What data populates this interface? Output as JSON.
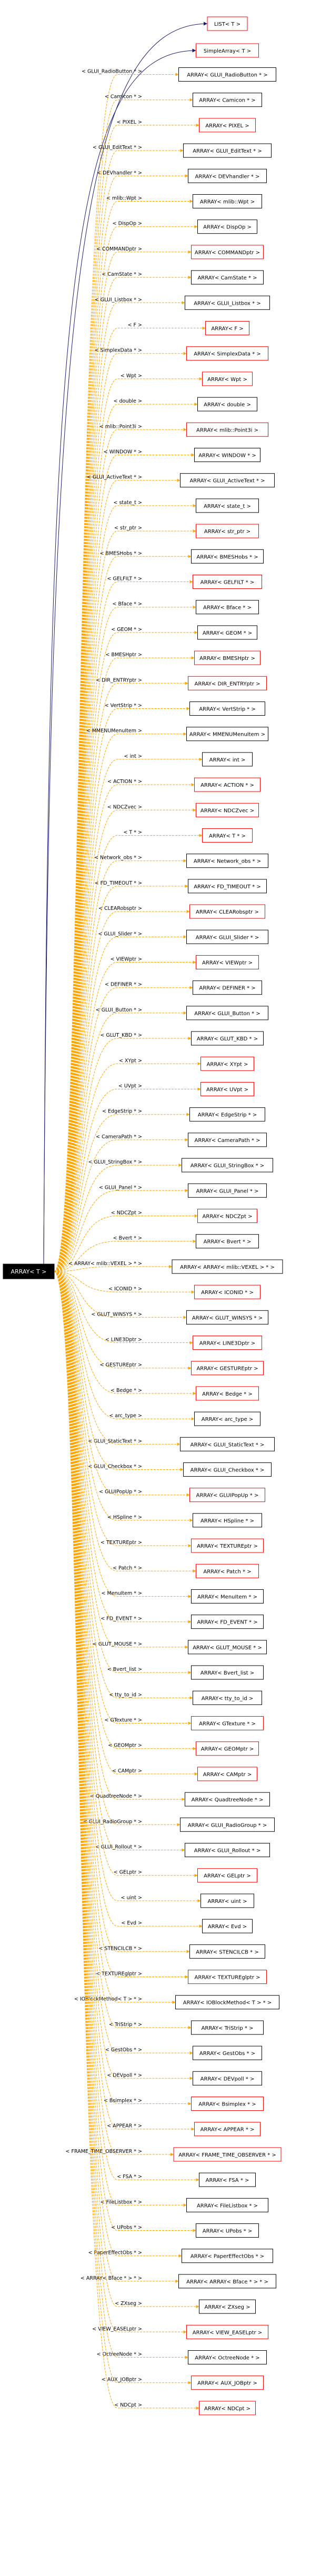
{
  "colors": {
    "background": "#ffffff",
    "root_fill": "#000000",
    "root_text": "#ffffff",
    "box_border_dark": "#000000",
    "box_border_red": "#ff0000",
    "edge_navy": "#191970",
    "edge_orange": "#ffa500",
    "edge_label": "#000000"
  },
  "root": {
    "label": "ARRAY< T >"
  },
  "bases": [
    {
      "label": "LIST< T >",
      "red": true
    },
    {
      "label": "SimpleArray< T >",
      "red": true
    }
  ],
  "rows": [
    {
      "edge": "< GLUI_RadioButton * >",
      "box": "ARRAY< GLUI_RadioButton * >",
      "red": false
    },
    {
      "edge": "< Camicon * >",
      "box": "ARRAY< Camicon * >",
      "red": false
    },
    {
      "edge": "< PIXEL >",
      "box": "ARRAY< PIXEL >",
      "red": true
    },
    {
      "edge": "< GLUI_EditText * >",
      "box": "ARRAY< GLUI_EditText * >",
      "red": false
    },
    {
      "edge": "< DEVhandler * >",
      "box": "ARRAY< DEVhandler * >",
      "red": false
    },
    {
      "edge": "< mlib::Wpt >",
      "box": "ARRAY< mlib::Wpt >",
      "red": false
    },
    {
      "edge": "< DispOp >",
      "box": "ARRAY< DispOp >",
      "red": false
    },
    {
      "edge": "< COMMANDptr >",
      "box": "ARRAY< COMMANDptr >",
      "red": true
    },
    {
      "edge": "< CamState * >",
      "box": "ARRAY< CamState * >",
      "red": false
    },
    {
      "edge": "< GLUI_Listbox * >",
      "box": "ARRAY< GLUI_Listbox * >",
      "red": false
    },
    {
      "edge": "< F >",
      "box": "ARRAY< F >",
      "red": true
    },
    {
      "edge": "< SimplexData * >",
      "box": "ARRAY< SimplexData * >",
      "red": true
    },
    {
      "edge": "< Wpt >",
      "box": "ARRAY< Wpt >",
      "red": true
    },
    {
      "edge": "< double >",
      "box": "ARRAY< double >",
      "red": false
    },
    {
      "edge": "< mlib::Point3i >",
      "box": "ARRAY< mlib::Point3i >",
      "red": true
    },
    {
      "edge": "< WINDOW * >",
      "box": "ARRAY< WINDOW * >",
      "red": false
    },
    {
      "edge": "< GLUI_ActiveText * >",
      "box": "ARRAY< GLUI_ActiveText * >",
      "red": false
    },
    {
      "edge": "< state_t >",
      "box": "ARRAY< state_t >",
      "red": false
    },
    {
      "edge": "< str_ptr >",
      "box": "ARRAY< str_ptr >",
      "red": true
    },
    {
      "edge": "< BMESHobs * >",
      "box": "ARRAY< BMESHobs * >",
      "red": false
    },
    {
      "edge": "< GELFILT * >",
      "box": "ARRAY< GELFILT * >",
      "red": true
    },
    {
      "edge": "< Bface * >",
      "box": "ARRAY< Bface * >",
      "red": false
    },
    {
      "edge": "< GEOM * >",
      "box": "ARRAY< GEOM * >",
      "red": false
    },
    {
      "edge": "< BMESHptr >",
      "box": "ARRAY< BMESHptr >",
      "red": true
    },
    {
      "edge": "< DIR_ENTRYptr >",
      "box": "ARRAY< DIR_ENTRYptr >",
      "red": true
    },
    {
      "edge": "< VertStrip * >",
      "box": "ARRAY< VertStrip * >",
      "red": false
    },
    {
      "edge": "< MMENUMenuItem >",
      "box": "ARRAY< MMENUMenuItem >",
      "red": false
    },
    {
      "edge": "< int >",
      "box": "ARRAY< int >",
      "red": false
    },
    {
      "edge": "< ACTION * >",
      "box": "ARRAY< ACTION * >",
      "red": true
    },
    {
      "edge": "< NDCZvec >",
      "box": "ARRAY< NDCZvec >",
      "red": true
    },
    {
      "edge": "< T * >",
      "box": "ARRAY< T * >",
      "red": true
    },
    {
      "edge": "< Network_obs * >",
      "box": "ARRAY< Network_obs * >",
      "red": false
    },
    {
      "edge": "< FD_TIMEOUT * >",
      "box": "ARRAY< FD_TIMEOUT * >",
      "red": false
    },
    {
      "edge": "< CLEARobsptr >",
      "box": "ARRAY< CLEARobsptr >",
      "red": true
    },
    {
      "edge": "< GLUI_Slider * >",
      "box": "ARRAY< GLUI_Slider * >",
      "red": false
    },
    {
      "edge": "< VIEWptr >",
      "box": "ARRAY< VIEWptr >",
      "red": true
    },
    {
      "edge": "< DEFINER * >",
      "box": "ARRAY< DEFINER * >",
      "red": false
    },
    {
      "edge": "< GLUI_Button * >",
      "box": "ARRAY< GLUI_Button * >",
      "red": false
    },
    {
      "edge": "< GLUT_KBD * >",
      "box": "ARRAY< GLUT_KBD * >",
      "red": false
    },
    {
      "edge": "< XYpt >",
      "box": "ARRAY< XYpt >",
      "red": true
    },
    {
      "edge": "< UVpt >",
      "box": "ARRAY< UVpt >",
      "red": true
    },
    {
      "edge": "< EdgeStrip * >",
      "box": "ARRAY< EdgeStrip * >",
      "red": false
    },
    {
      "edge": "< CameraPath * >",
      "box": "ARRAY< CameraPath * >",
      "red": false
    },
    {
      "edge": "< GLUI_StringBox * >",
      "box": "ARRAY< GLUI_StringBox * >",
      "red": false
    },
    {
      "edge": "< GLUI_Panel * >",
      "box": "ARRAY< GLUI_Panel * >",
      "red": false
    },
    {
      "edge": "< NDCZpt >",
      "box": "ARRAY< NDCZpt >",
      "red": true
    },
    {
      "edge": "< Bvert * >",
      "box": "ARRAY< Bvert * >",
      "red": false
    },
    {
      "edge": "< ARRAY< mlib::VEXEL > * >",
      "box": "ARRAY< ARRAY< mlib::VEXEL > * >",
      "red": false
    },
    {
      "edge": "< ICONID * >",
      "box": "ARRAY< ICONID * >",
      "red": true
    },
    {
      "edge": "< GLUT_WINSYS * >",
      "box": "ARRAY< GLUT_WINSYS * >",
      "red": false
    },
    {
      "edge": "< LINE3Dptr >",
      "box": "ARRAY< LINE3Dptr >",
      "red": true
    },
    {
      "edge": "< GESTUREptr >",
      "box": "ARRAY< GESTUREptr >",
      "red": true
    },
    {
      "edge": "< Bedge * >",
      "box": "ARRAY< Bedge * >",
      "red": true
    },
    {
      "edge": "< arc_type >",
      "box": "ARRAY< arc_type >",
      "red": false
    },
    {
      "edge": "< GLUI_StaticText * >",
      "box": "ARRAY< GLUI_StaticText * >",
      "red": false
    },
    {
      "edge": "< GLUI_Checkbox * >",
      "box": "ARRAY< GLUI_Checkbox * >",
      "red": false
    },
    {
      "edge": "< GLUIPopUp * >",
      "box": "ARRAY< GLUIPopUp * >",
      "red": true
    },
    {
      "edge": "< HSpline * >",
      "box": "ARRAY< HSpline * >",
      "red": false
    },
    {
      "edge": "< TEXTUREptr >",
      "box": "ARRAY< TEXTUREptr >",
      "red": true
    },
    {
      "edge": "< Patch * >",
      "box": "ARRAY< Patch * >",
      "red": true
    },
    {
      "edge": "< MenuItem * >",
      "box": "ARRAY< MenuItem * >",
      "red": false
    },
    {
      "edge": "< FD_EVENT * >",
      "box": "ARRAY< FD_EVENT * >",
      "red": false
    },
    {
      "edge": "< GLUT_MOUSE * >",
      "box": "ARRAY< GLUT_MOUSE * >",
      "red": false
    },
    {
      "edge": "< Bvert_list >",
      "box": "ARRAY< Bvert_list >",
      "red": false
    },
    {
      "edge": "< tty_to_id >",
      "box": "ARRAY< tty_to_id >",
      "red": false
    },
    {
      "edge": "< GTexture * >",
      "box": "ARRAY< GTexture * >",
      "red": true
    },
    {
      "edge": "< GEOMptr >",
      "box": "ARRAY< GEOMptr >",
      "red": true
    },
    {
      "edge": "< CAMptr >",
      "box": "ARRAY< CAMptr >",
      "red": true
    },
    {
      "edge": "< QuadtreeNode * >",
      "box": "ARRAY< QuadtreeNode * >",
      "red": false
    },
    {
      "edge": "< GLUI_RadioGroup * >",
      "box": "ARRAY< GLUI_RadioGroup * >",
      "red": false
    },
    {
      "edge": "< GLUI_Rollout * >",
      "box": "ARRAY< GLUI_Rollout * >",
      "red": false
    },
    {
      "edge": "< GELptr >",
      "box": "ARRAY< GELptr >",
      "red": true
    },
    {
      "edge": "< uint >",
      "box": "ARRAY< uint >",
      "red": false
    },
    {
      "edge": "< Evd >",
      "box": "ARRAY< Evd >",
      "red": false
    },
    {
      "edge": "< STENCILCB * >",
      "box": "ARRAY< STENCILCB * >",
      "red": false
    },
    {
      "edge": "< TEXTUREglptr >",
      "box": "ARRAY< TEXTUREglptr >",
      "red": true
    },
    {
      "edge": "< IOBlockMethod< T > * >",
      "box": "ARRAY< IOBlockMethod< T > * >",
      "red": false
    },
    {
      "edge": "< TriStrip * >",
      "box": "ARRAY< TriStrip * >",
      "red": false
    },
    {
      "edge": "< GestObs * >",
      "box": "ARRAY< GestObs * >",
      "red": false
    },
    {
      "edge": "< DEVpoll * >",
      "box": "ARRAY< DEVpoll * >",
      "red": false
    },
    {
      "edge": "< Bsimplex * >",
      "box": "ARRAY< Bsimplex * >",
      "red": true
    },
    {
      "edge": "< APPEAR * >",
      "box": "ARRAY< APPEAR * >",
      "red": true
    },
    {
      "edge": "< FRAME_TIME_OBSERVER * >",
      "box": "ARRAY< FRAME_TIME_OBSERVER * >",
      "red": true
    },
    {
      "edge": "< FSA * >",
      "box": "ARRAY< FSA * >",
      "red": false
    },
    {
      "edge": "< FileListbox * >",
      "box": "ARRAY< FileListbox * >",
      "red": false
    },
    {
      "edge": "< UPobs * >",
      "box": "ARRAY< UPobs * >",
      "red": false
    },
    {
      "edge": "< PaperEffectObs * >",
      "box": "ARRAY< PaperEffectObs * >",
      "red": false
    },
    {
      "edge": "< ARRAY< Bface * > * >",
      "box": "ARRAY< ARRAY< Bface * > * >",
      "red": false
    },
    {
      "edge": "< ZXseg >",
      "box": "ARRAY< ZXseg >",
      "red": false
    },
    {
      "edge": "< VIEW_EASELptr >",
      "box": "ARRAY< VIEW_EASELptr >",
      "red": true
    },
    {
      "edge": "< OctreeNode * >",
      "box": "ARRAY< OctreeNode * >",
      "red": false
    },
    {
      "edge": "< AUX_JOBptr >",
      "box": "ARRAY< AUX_JOBptr >",
      "red": true
    },
    {
      "edge": "< NDCpt >",
      "box": "ARRAY< NDCpt >",
      "red": true
    }
  ]
}
